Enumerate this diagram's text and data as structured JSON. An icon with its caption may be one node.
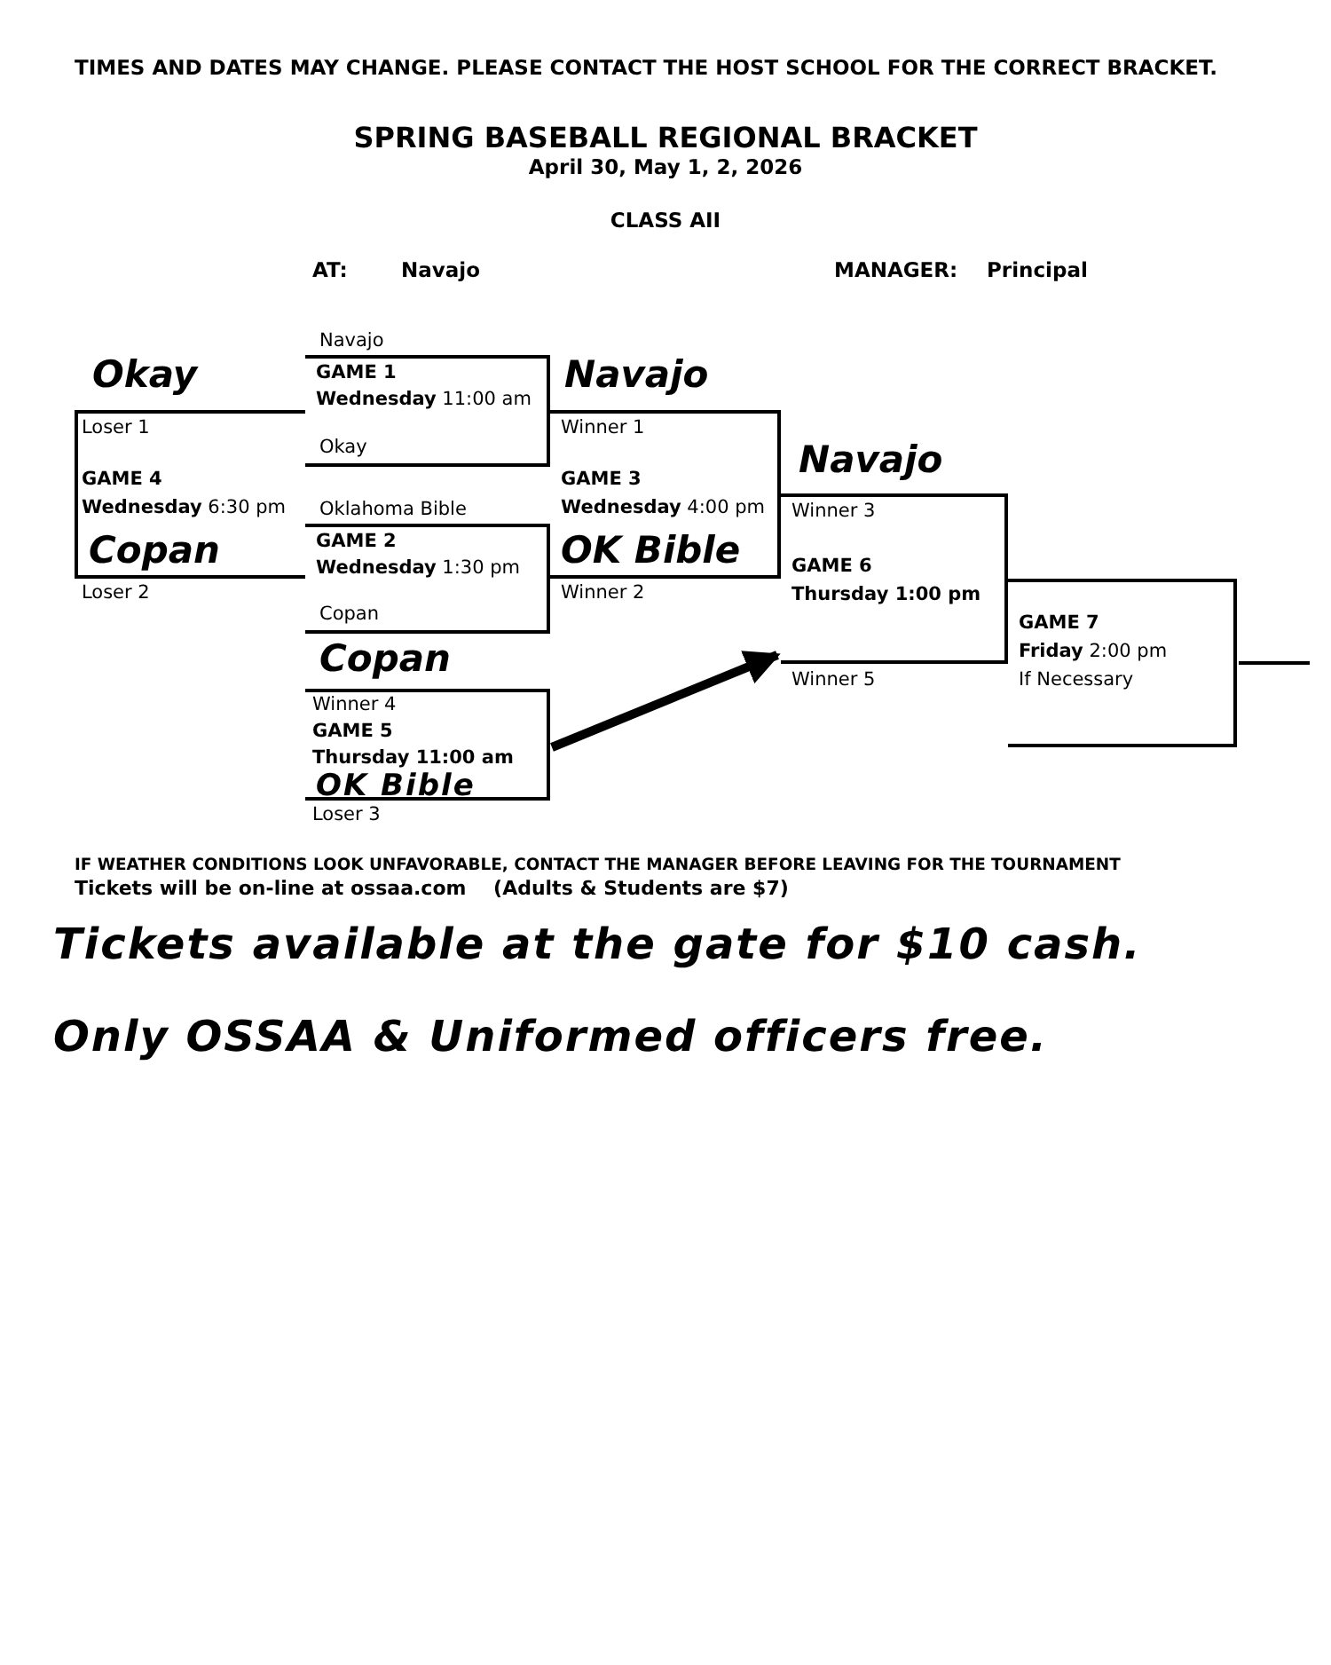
{
  "diagram": {
    "title": "SPRING BASEBALL REGIONAL BRACKET",
    "nodes": [
      {
        "text": [
          "Navajo",
          "GAME 1",
          "**Wednesday** 11:00 am",
          "Okay"
        ]
      },
      {
        "text": [
          "Oklahoma Bible",
          "GAME 2",
          "**Wednesday** 1:30 pm",
          "Copan"
        ]
      },
      {
        "text": [
          "Navajo",
          "Winner 1",
          "GAME 3",
          "**Wednesday** 4:00 pm",
          "OK Bible",
          "Winner 2"
        ]
      },
      {
        "text": [
          "Okay",
          "Loser 1",
          "GAME 4",
          "**Wednesday** 6:30 pm",
          "Copan",
          "Loser 2"
        ]
      },
      {
        "text": [
          "Copan",
          "Winner 4",
          "GAME 5",
          "Thursday 11:00 am",
          "OK Bible",
          "Loser 3"
        ]
      },
      {
        "text": [
          "Navajo",
          "Winner 3",
          "GAME 6",
          "Thursday 1:00 pm",
          "Winner 5"
        ]
      },
      {
        "text": [
          "GAME 7",
          "**Friday** 2:00 pm",
          "If Necessary"
        ]
      }
    ],
    "edges": [
      {
        "from": 4,
        "to": 5,
        "arrow": "to",
        "style": "thick"
      },
      {
        "from": 6,
        "to": null,
        "arrow": "none"
      }
    ],
    "labels": [
      "TIMES AND DATES MAY CHANGE. PLEASE CONTACT THE HOST SCHOOL FOR THE CORRECT BRACKET.",
      "April 30, May 1, 2, 2026",
      "CLASS AII",
      "AT:",
      "Navajo",
      "MANAGER:",
      "Principal",
      "IF WEATHER CONDITIONS LOOK UNFAVORABLE, CONTACT THE MANAGER BEFORE LEAVING FOR THE TOURNAMENT",
      "Tickets will be on-line at ossaa.com    (Adults & Students are $7)",
      "Tickets available at the gate for $10 cash.",
      "Only OSSAA & Uniformed officers free."
    ]
  }
}
